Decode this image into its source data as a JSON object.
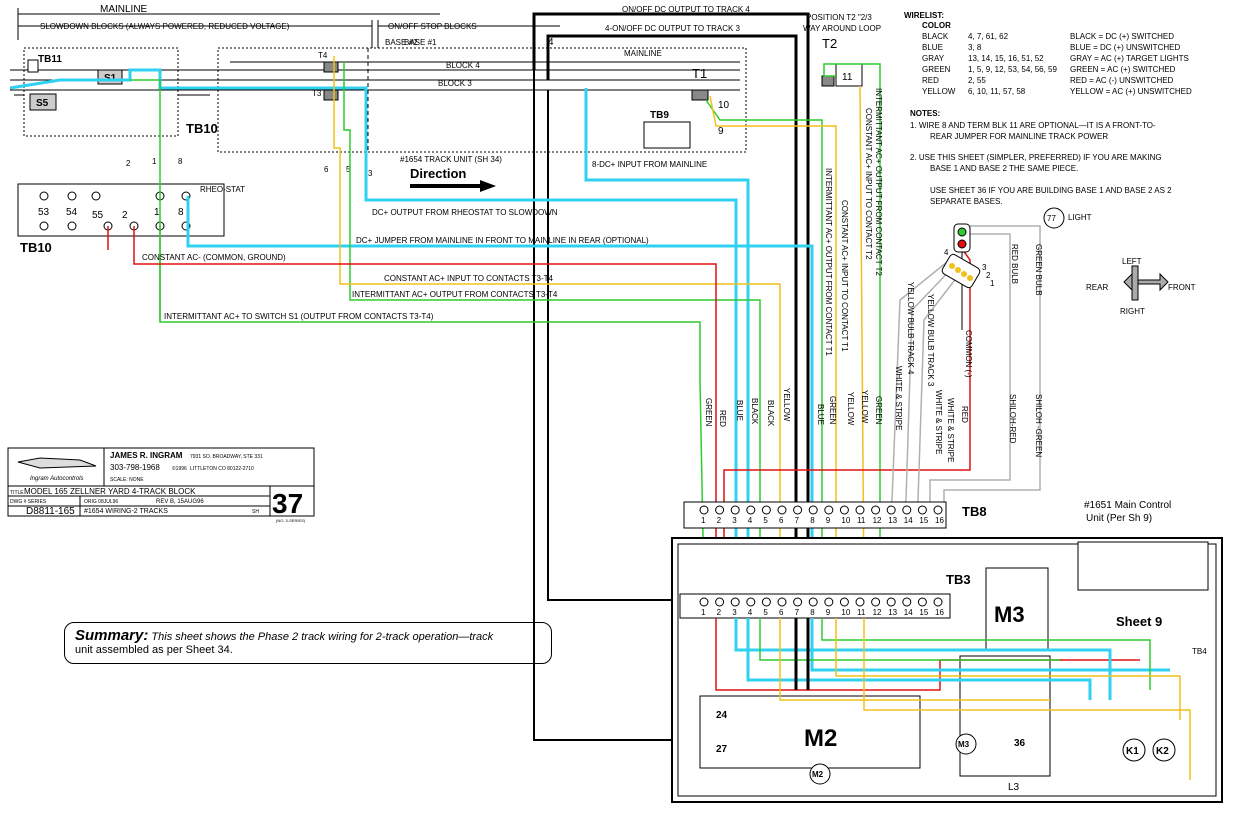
{
  "top": {
    "mainline": "MAINLINE",
    "slowdown_blocks": "SLOWDOWN BLOCKS (ALWAYS POWERED, REDUCED VOLTAGE)",
    "onoff_stop_blocks": "ON/OFF STOP BLOCKS",
    "onoff_track4": "ON/OFF DC OUTPUT TO TRACK 4",
    "onoff_track3": "4-ON/OFF DC OUTPUT TO TRACK 3",
    "position_t2": "POSITION T2 \"2/3",
    "way_around_loop": "WAY AROUND LOOP",
    "base2": "BASE #2",
    "base1": "BASE #1",
    "mainline2": "MAINLINE",
    "block4": "BLOCK 4",
    "block3": "BLOCK 3",
    "num4": "4"
  },
  "layout_labels": {
    "tb11": "TB11",
    "s1": "S1",
    "s5": "S5",
    "tb10_top": "TB10",
    "tb10_bot": "TB10",
    "t4": "T4",
    "t3": "T3",
    "t1": "T1",
    "t2": "T2",
    "tb9": "TB9",
    "n11": "11",
    "n10": "10",
    "n9": "9",
    "track_unit": "#1654 TRACK UNIT (SH 34)",
    "direction": "Direction",
    "dc_input_mainline": "8-DC+ INPUT FROM MAINLINE",
    "w2": "2",
    "w1": "1",
    "w8": "8",
    "w6": "6",
    "w5": "5",
    "w3": "3",
    "term_53": "53",
    "term_54": "54",
    "term_55": "55",
    "term_2": "2",
    "term_1": "1",
    "term_8": "8",
    "rheo": "RHEO-STAT"
  },
  "wire_labels": {
    "dc_rheostat": "DC+ OUTPUT FROM RHEOSTAT TO SLOWDOWN",
    "dc_jumper": "DC+ JUMPER FROM MAINLINE IN FRONT TO MAINLINE IN REAR (OPTIONAL)",
    "constant_ac_minus": "CONSTANT AC- (COMMON, GROUND)",
    "constant_ac_t3t4": "CONSTANT AC+ INPUT TO  CONTACTS T3-T4",
    "intermittant_t3t4": "INTERMITTANT AC+ OUTPUT FROM  CONTACTS T3-T4",
    "intermittant_s1": "INTERMITTANT AC+ TO SWITCH S1 (OUTPUT FROM CONTACTS T3-T4)",
    "v_intermittant_t1": "INTERMITTANT AC+ OUTPUT FROM CONTACT T1",
    "v_constant_t1": "CONSTANT AC+ INPUT TO CONTACT T1",
    "v_constant_t2": "CONSTANT AC+ INPUT TO CONTACT T2",
    "v_intermittant_t2": "INTERMITTANT AC+ OUTPUT FROM CONTACT T2"
  },
  "bottom_colors": [
    "GREEN",
    "RED",
    "BLUE",
    "BLACK",
    "BLACK",
    "YELLOW",
    "BLUE",
    "GREEN",
    "YELLOW",
    "YELLOW",
    "GREEN"
  ],
  "signal": {
    "n77": "77",
    "light": "LIGHT",
    "red_bulb": "RED BULB",
    "green_bulb": "GREEN BULB",
    "yellow_t4": "YELLOW BULB TRACK 4",
    "yellow_t3": "YELLOW BULB TRACK 3",
    "common": "COMMON (-)",
    "red": "RED",
    "shiloh_red": "SHILOH-RED",
    "shiloh_green": "SHILOH -GREEN",
    "white_stripe1": "WHITE & STRIPE",
    "white_stripe2": "WHITE & STRIPE",
    "white_stripe3": "WHITE & STRIPE",
    "left": "LEFT",
    "right": "RIGHT",
    "rear": "REAR",
    "front": "FRONT",
    "n4": "4",
    "n3": "3",
    "n2": "2",
    "n1": "1"
  },
  "wirelist": {
    "title": "WIRELIST:",
    "color_hdr": "COLOR",
    "rows": [
      {
        "color": "BLACK",
        "wires": "4, 7, 61, 62",
        "desc": "BLACK = DC (+) SWITCHED"
      },
      {
        "color": "BLUE",
        "wires": "3, 8",
        "desc": "BLUE = DC (+) UNSWITCHED"
      },
      {
        "color": "GRAY",
        "wires": "13, 14, 15, 16, 51, 52",
        "desc": "GRAY = AC (+) TARGET LIGHTS"
      },
      {
        "color": "GREEN",
        "wires": "1, 5, 9, 12, 53, 54, 56, 59",
        "desc": "GREEN = AC (+) SWITCHED"
      },
      {
        "color": "RED",
        "wires": "2, 55",
        "desc": "RED = AC (-) UNSWITCHED"
      },
      {
        "color": "YELLOW",
        "wires": "6, 10, 11, 57, 58",
        "desc": "YELLOW = AC (+) UNSWITCHED"
      }
    ]
  },
  "notes": {
    "title": "NOTES:",
    "n1a": "1.    WIRE 8 AND TERM BLK 11 ARE OPTIONAL—IT IS A FRONT-TO-",
    "n1b": "REAR JUMPER FOR MAINLINE TRACK POWER",
    "n2a": "2.    USE THIS SHEET (SIMPLER, PREFERRED) IF YOU ARE MAKING",
    "n2b": "BASE 1 AND BASE 2 THE SAME PIECE.",
    "n2c": "USE SHEET 36 IF YOU ARE BUILDING BASE 1 AND BASE 2 AS 2",
    "n2d": "SEPARATE BASES."
  },
  "title_block": {
    "author": "JAMES R. INGRAM",
    "address": "7931 SO. BROADWAY, STE 331",
    "phone": "303-798-1968",
    "copyright": "©1996",
    "city": "LITTLETON CO 80122-2710",
    "company": "Ingram Autocontrols",
    "scale": "SCALE: NONE",
    "title_lbl": "TITLE",
    "title": "MODEL 165 ZELLNER YARD 4-TRACK BLOCK",
    "dwg_lbl": "DWG # SERIES",
    "dwg": "D8811-165",
    "orig": "ORIG 08JUL96",
    "rev": "REV B, 15AUG96",
    "subtitle": "#1654 WIRING-2 TRACKS",
    "sh": "SH",
    "sheet_no": "37",
    "small": "(NO. 3-SERIES)"
  },
  "summary": {
    "head": "Summary:",
    "body1": " This sheet shows the Phase 2 track wiring for 2-track operation—track",
    "body2": "unit assembled as per Sheet 34."
  },
  "control": {
    "tb8": "TB8",
    "main_control": "#1651 Main Control",
    "unit": "Unit (Per Sh 9)",
    "tb3": "TB3",
    "m3": "M3",
    "m2": "M2",
    "sheet9": "Sheet 9",
    "n24": "24",
    "n27": "27",
    "n36": "36",
    "l3": "L3",
    "k1": "K1",
    "k2": "K2",
    "m3b": "M3",
    "m2b": "M2",
    "tb4": "TB4",
    "tb8_terms": [
      "1",
      "2",
      "3",
      "4",
      "5",
      "6",
      "7",
      "8",
      "9",
      "10",
      "11",
      "12",
      "13",
      "14",
      "15",
      "16"
    ],
    "tb3_terms": [
      "1",
      "2",
      "3",
      "4",
      "5",
      "6",
      "7",
      "8",
      "9",
      "10",
      "11",
      "12",
      "13",
      "14",
      "15",
      "16"
    ]
  },
  "colors": {
    "green": "#2ecc2e",
    "red": "#e01010",
    "blue": "#2fd0f0",
    "yellow": "#f2c01a",
    "black": "#000000",
    "gray": "#b0b0b0"
  }
}
